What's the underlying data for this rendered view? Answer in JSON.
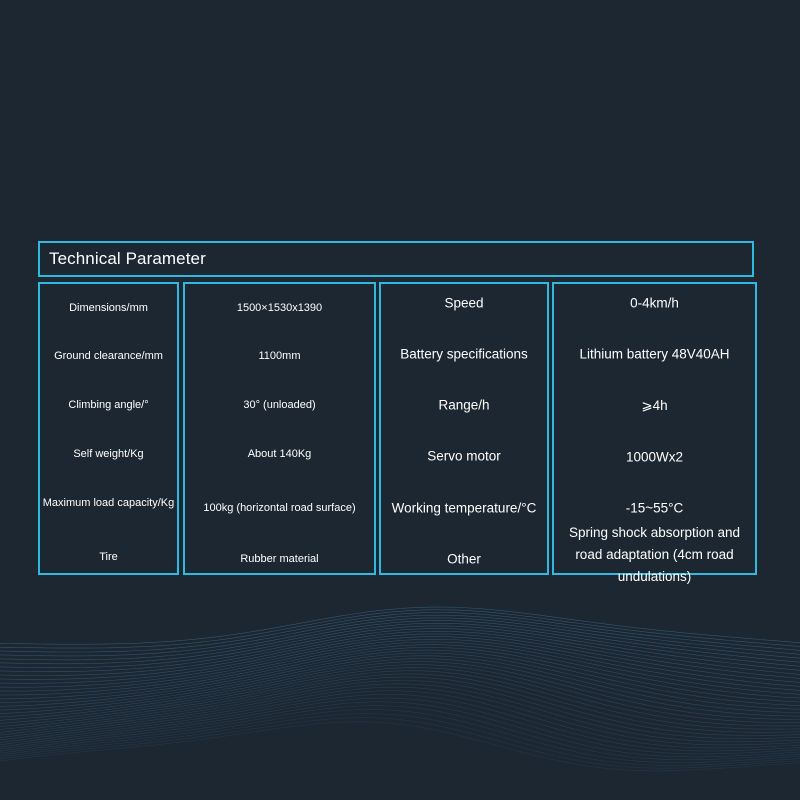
{
  "table": {
    "title": "Technical Parameter",
    "col1": [
      "Dimensions/mm",
      "Ground clearance/mm",
      "Climbing angle/°",
      "Self weight/Kg",
      "Maximum load capacity/Kg",
      "Tire"
    ],
    "col2": [
      "1500×1530x1390",
      "1100mm",
      "30° (unloaded)",
      "About 140Kg",
      "100kg (horizontal road surface)",
      "Rubber material"
    ],
    "col3": [
      "Speed",
      "Battery specifications",
      "Range/h",
      "Servo motor",
      "Working temperature/°C",
      "Other"
    ],
    "col4": [
      "0-4km/h",
      "Lithium battery 48V40AH",
      "⩾4h",
      "1000Wx2",
      "-15~55°C",
      "Spring shock absorption and road adaptation (4cm road undulations)"
    ]
  },
  "colors": {
    "background": "#1c2732",
    "border": "#2fb9e0",
    "wave": "#3f6e91"
  }
}
